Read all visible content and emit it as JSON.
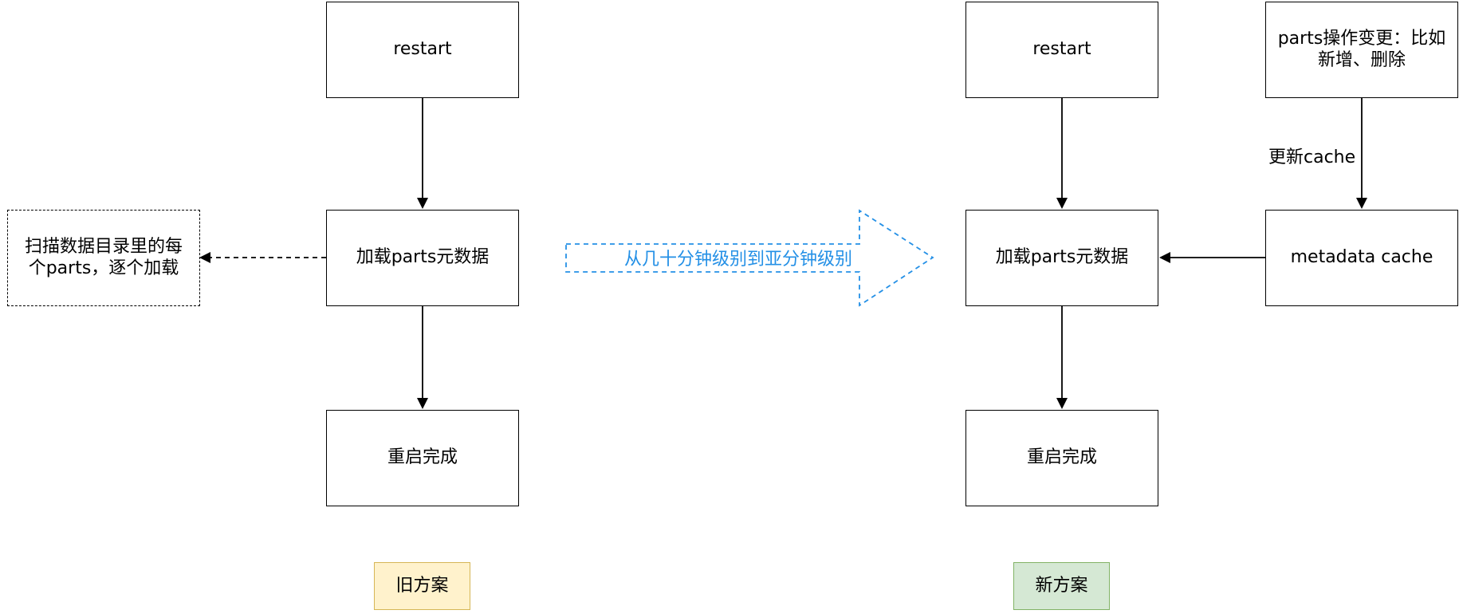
{
  "old_plan": {
    "restart": "restart",
    "load": "加载parts元数据",
    "scan_note": "扫描数据目录里的每个parts，逐个加载",
    "done": "重启完成",
    "caption": "旧方案"
  },
  "transition": {
    "label": "从几十分钟级别到亚分钟级别",
    "color": "#2490e6"
  },
  "new_plan": {
    "restart": "restart",
    "parts_change": "parts操作变更：比如新增、删除",
    "update_cache_label": "更新cache",
    "load": "加载parts元数据",
    "metadata_cache": "metadata cache",
    "done": "重启完成",
    "caption": "新方案"
  },
  "colors": {
    "old_caption_fill": "#fff2cc",
    "old_caption_stroke": "#d6b656",
    "new_caption_fill": "#d5e8d4",
    "new_caption_stroke": "#82b366"
  }
}
